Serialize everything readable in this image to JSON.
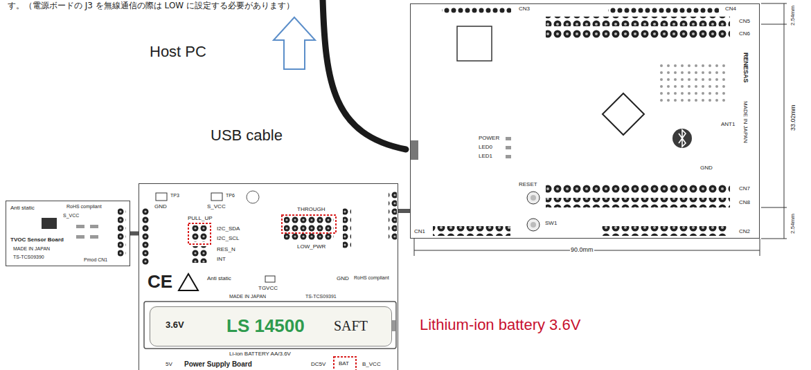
{
  "diagram": {
    "nodes": [
      {
        "text": [
          "RENESAS",
          "MADE IN JAPAN"
        ]
      },
      {
        "text": [
          "Power Supply Board",
          "MADE IN JAPAN",
          "TS-TCS09391"
        ]
      },
      {
        "text": [
          "3.6V",
          "LS 14500",
          "SAFT"
        ],
        "in": 1
      },
      {
        "text": [
          "TVOC Sensor Board",
          "MADE IN JAPAN",
          "TS-TCS09390"
        ]
      }
    ],
    "edges": [
      {
        "from": 3,
        "to": 1,
        "arrow": "none"
      },
      {
        "from": 1,
        "to": 0,
        "arrow": "none"
      }
    ],
    "labels": [
      "す。（電源ボードの J3 を無線通信の際は LOW に設定する必要があります）",
      "Host PC",
      "USB cable",
      "Lithium-ion battery 3.6V",
      "CN3",
      "CN4",
      "CN5",
      "CN6",
      "POWER",
      "LED0",
      "LED1",
      "RESET",
      "SW1",
      "GND",
      "ANT1",
      "CN7",
      "CN8",
      "CN1",
      "CN2",
      "90.0mm",
      "33.02mm",
      "2.54mm",
      "2.54mm",
      "Anti static",
      "RoHS compliant",
      "S_VCC",
      "Pmod CN1",
      "GND",
      "TP3",
      "S_VCC",
      "TP6",
      "PULL_UP",
      "I2C_SDA",
      "I2C_SCL",
      "RES_N",
      "INT",
      "THROUGH",
      "LOW_PWR",
      "CE",
      "Anti static",
      "TGVCC",
      "GND",
      "RoHS compliant",
      "Li-ion BATTERY AA/3.6V",
      "5V",
      "DC5V",
      "BAT",
      "B_VCC"
    ]
  }
}
